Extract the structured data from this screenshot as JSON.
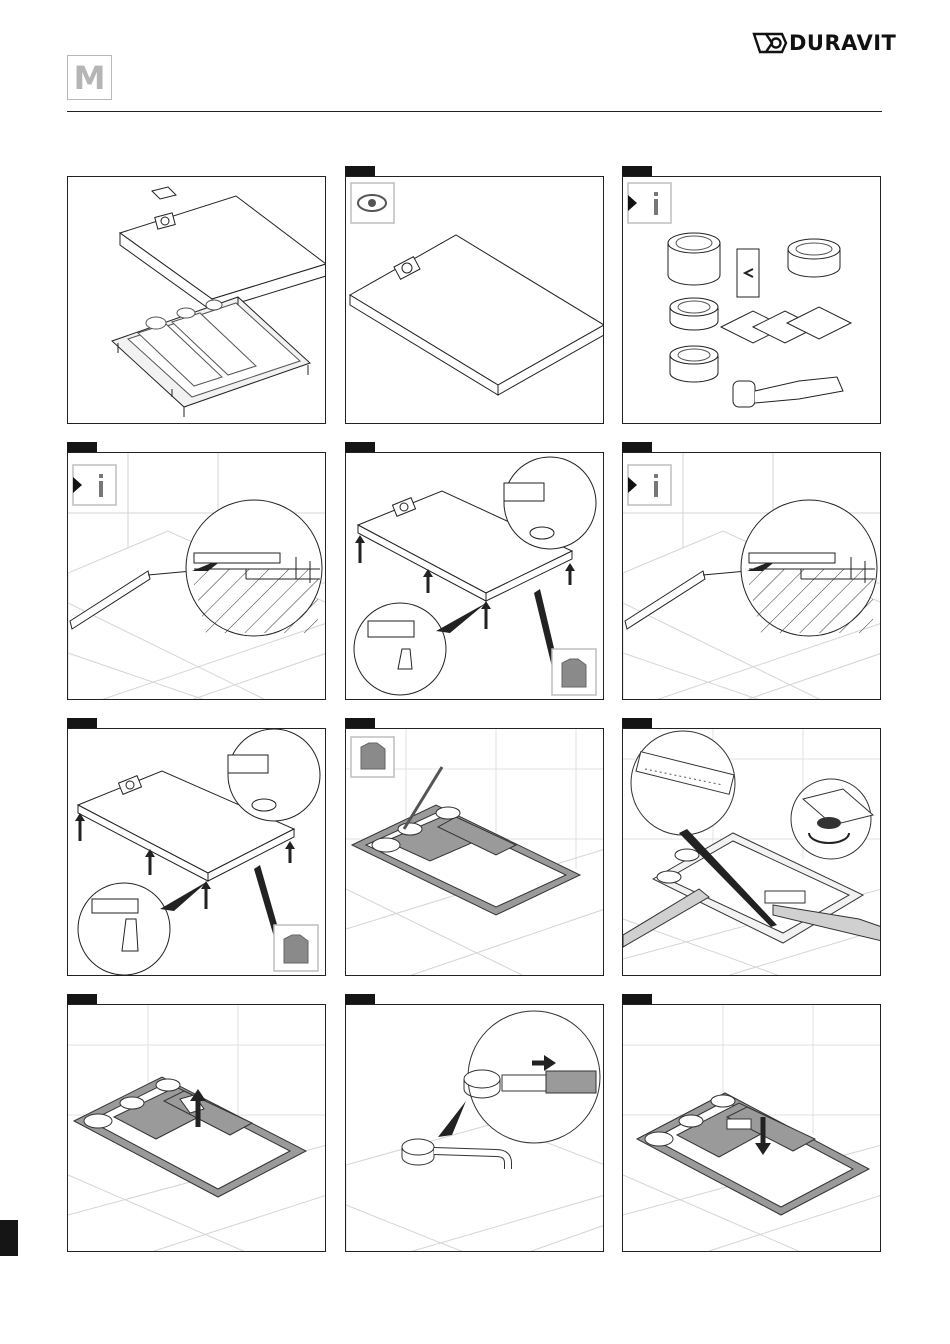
{
  "header": {
    "section_letter": "M",
    "brand_name": "DURAVIT"
  },
  "steps": [
    {
      "id": 1,
      "kind": "exploded-view",
      "has_tab": false
    },
    {
      "id": 2,
      "kind": "inspect",
      "has_tab": true,
      "badge": "eye-icon"
    },
    {
      "id": 3,
      "kind": "accessories",
      "has_tab": true,
      "badge": "info-icon"
    },
    {
      "id": 4,
      "kind": "check-floor-level",
      "has_tab": true,
      "badge": "info-icon"
    },
    {
      "id": 5,
      "kind": "adjust-feet",
      "has_tab": true,
      "badge": "gloves-icon"
    },
    {
      "id": 6,
      "kind": "check-floor-level",
      "has_tab": true,
      "badge": "info-icon"
    },
    {
      "id": 7,
      "kind": "adjust-feet",
      "has_tab": true,
      "badge": "gloves-icon"
    },
    {
      "id": 8,
      "kind": "mark-drain",
      "has_tab": true,
      "badge": "gloves-icon"
    },
    {
      "id": 9,
      "kind": "level-frame",
      "has_tab": true,
      "badge": "none"
    },
    {
      "id": 10,
      "kind": "remove-cover",
      "has_tab": true,
      "badge": "none"
    },
    {
      "id": 11,
      "kind": "connect-drain",
      "has_tab": true,
      "badge": "none"
    },
    {
      "id": 12,
      "kind": "insert-drain",
      "has_tab": true,
      "badge": "none"
    }
  ],
  "colors": {
    "line": "#222222",
    "tile": "#d4d4d4",
    "wall": "#e6e6e6",
    "frame": "#9a9a9a",
    "tab": "#151515",
    "badge_border": "#bdbdbd"
  }
}
